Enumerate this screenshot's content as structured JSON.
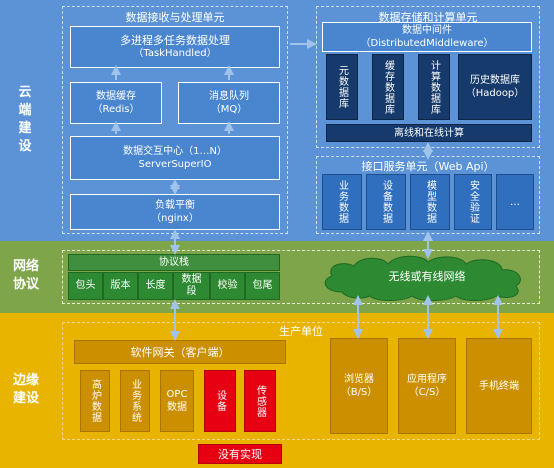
{
  "layers": {
    "cloud": "云端建设",
    "network": "网络协议",
    "edge": "边缘建设"
  },
  "receive_unit": {
    "title": "数据接收与处理单元",
    "multi_process": {
      "line1": "多进程多任务数据处理",
      "line2": "（TaskHandled）"
    },
    "cache": {
      "line1": "数据缓存",
      "line2": "（Redis）"
    },
    "mq": {
      "line1": "消息队列",
      "line2": "（MQ）"
    },
    "interaction": {
      "line1": "数据交互中心（1…N）",
      "line2": "ServerSuperIO"
    },
    "lb": {
      "line1": "负载平衡",
      "line2": "（nginx）"
    }
  },
  "storage_unit": {
    "title": "数据存储和计算单元",
    "middleware": {
      "line1": "数据中间件",
      "line2": "（DistributedMiddleware）"
    },
    "dbs": [
      "元数据库",
      "缓存数据库",
      "计算数据库"
    ],
    "history_db": {
      "line1": "历史数据库",
      "line2": "（Hadoop）"
    },
    "compute": "离线和在线计算"
  },
  "api_unit": {
    "title": "接口服务单元（Web Api）",
    "items": [
      "业务数据",
      "设备数据",
      "模型数据",
      "安全验证",
      "…"
    ]
  },
  "protocol": {
    "title": "协议栈",
    "fields": [
      "包头",
      "版本",
      "长度",
      "数据段",
      "校验",
      "包尾"
    ]
  },
  "cloud_network": "无线或有线网络",
  "production": {
    "title": "生产单位",
    "gateway": "软件网关（客户端）",
    "sources": [
      "高炉数据",
      "业务系统",
      "OPC数据",
      "设备",
      "传感器"
    ],
    "browser": {
      "line1": "浏览器",
      "line2": "（B/S）"
    },
    "app": {
      "line1": "应用程序",
      "line2": "（C/S）"
    },
    "mobile": "手机终端"
  },
  "not_implemented": "没有实现",
  "colors": {
    "cloud_band": "#5b93d6",
    "network_band": "#7ea54a",
    "edge_band": "#e8b400",
    "blue_box": "#2f6fbe",
    "dark_box": "#163a6b",
    "green_box": "#2d8a32",
    "gold_box": "#cc8f00",
    "red_box": "#e60012"
  }
}
